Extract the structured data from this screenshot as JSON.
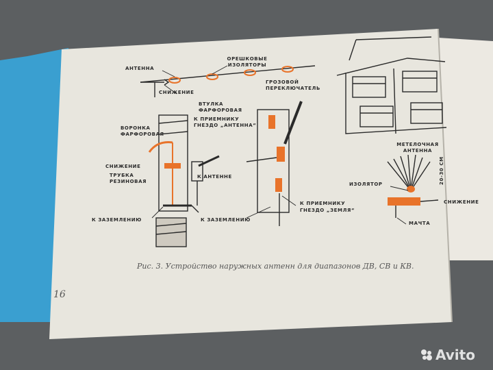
{
  "figure": {
    "labels": {
      "antenna": "АНТЕННА",
      "insulators": "ОРЕШКОВЫЕ ИЗОЛЯТОРЫ",
      "downlead_top": "СНИЖЕНИЕ",
      "lightning_switch": "ГРОЗОВОЙ ПЕРЕКЛЮЧАТЕЛЬ",
      "porcelain_bushing": "ВТУЛКА ФАРФОРОВАЯ",
      "to_receiver_antenna": "К ПРИЕМНИКУ ГНЕЗДО „АНТЕННА“",
      "porcelain_funnel": "ВОРОНКА ФАРФОРОВАЯ",
      "downlead_mid": "СНИЖЕНИЕ",
      "rubber_tube": "ТРУБКА РЕЗИНОВАЯ",
      "to_antenna": "К АНТЕННЕ",
      "to_ground_left": "К ЗАЗЕМЛЕНИЮ",
      "to_ground_mid": "К ЗАЗЕМЛЕНИЮ",
      "to_receiver_ground": "К ПРИЕМНИКУ ГНЕЗДО „ЗЕМЛЯ“",
      "whisk_antenna": "МЕТЕЛОЧНАЯ АНТЕННА",
      "length": "20-30 СМ",
      "insulator": "ИЗОЛЯТОР",
      "downlead_right": "СНИЖЕНИЕ",
      "mast": "МАЧТА"
    },
    "caption": "Рис. 3. Устройство наружных антенн для диапазонов ДВ, СВ и КВ."
  },
  "page_number": "16",
  "watermark": "Avito",
  "colors": {
    "background": "#5c5f61",
    "page": "#e8e6de",
    "highlight": "#e8732a",
    "ink": "#2a2a2a",
    "cover": "#3a9fd0"
  }
}
